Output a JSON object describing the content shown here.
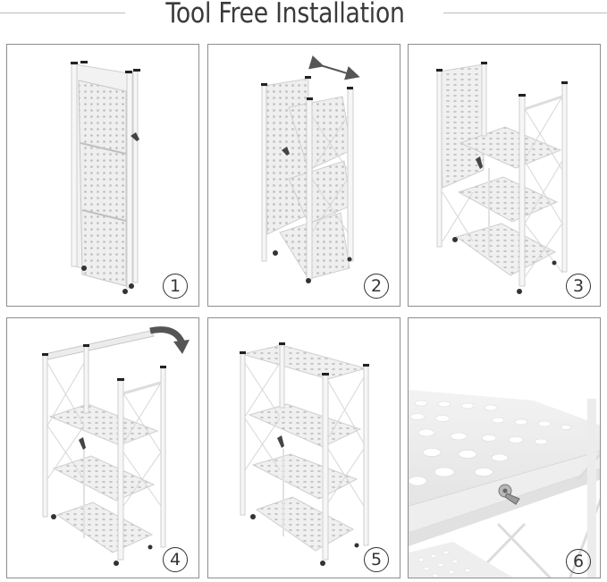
{
  "header": {
    "title": "Tool Free Installation"
  },
  "steps": [
    {
      "number": "1",
      "description": "Folded rack standing upright"
    },
    {
      "number": "2",
      "description": "Unfold the rack outward (double arrow)"
    },
    {
      "number": "3",
      "description": "Shelves lowered into place, three tiers"
    },
    {
      "number": "4",
      "description": "Flip the top shelf over (curved arrow)"
    },
    {
      "number": "5",
      "description": "Fully assembled four-tier rack"
    },
    {
      "number": "6",
      "description": "Close-up of the shelf locking latch"
    }
  ],
  "colors": {
    "border": "#8e8e8e",
    "title_text": "#3a3a3a",
    "rack_white": "#f4f4f4",
    "rack_shadow": "#d9d9d9",
    "arrow": "#555555"
  }
}
